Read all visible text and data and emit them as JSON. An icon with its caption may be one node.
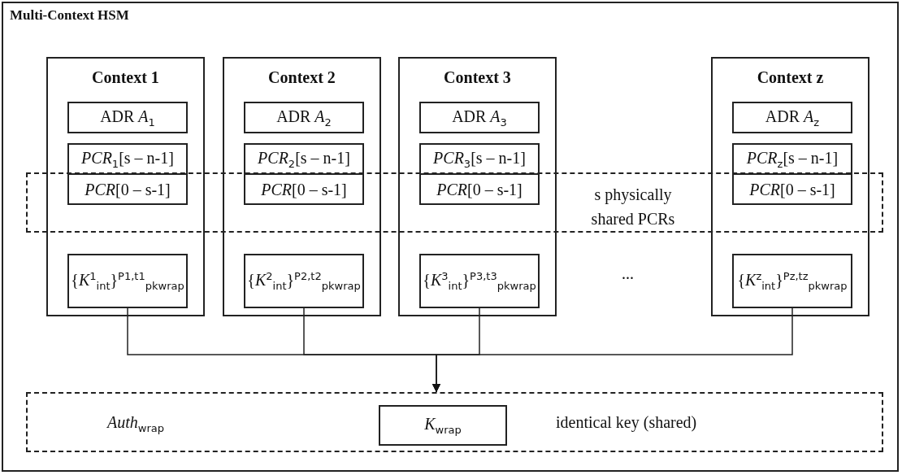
{
  "diagram": {
    "nodes": [
      {
        "text": [
          "Multi-Context HSM"
        ]
      },
      {
        "text": [
          "Context 1"
        ],
        "in": 0
      },
      {
        "text": [
          "ADR *A*$_{1}$"
        ],
        "in": 1
      },
      {
        "text": [
          "*PCR*$_{1}$[s – n-1]"
        ],
        "in": 1
      },
      {
        "text": [
          "*PCR*[0 – s-1]"
        ]
      },
      {
        "text": [
          "{*K*$^{1}$$_{int}$}$^{P1,t1}$$_{pkwrap}$"
        ],
        "in": 1
      },
      {
        "text": [
          "Context 2"
        ],
        "in": 0
      },
      {
        "text": [
          "ADR *A*$_{2}$"
        ],
        "in": 6
      },
      {
        "text": [
          "*PCR*$_{2}$[s – n-1]"
        ],
        "in": 6
      },
      {
        "text": [
          "*PCR*[0 – s-1]"
        ]
      },
      {
        "text": [
          "{*K*$^{2}$$_{int}$}$^{P2,t2}$$_{pkwrap}$"
        ],
        "in": 6
      },
      {
        "text": [
          "Context 3"
        ],
        "in": 0
      },
      {
        "text": [
          "ADR *A*$_{3}$"
        ],
        "in": 11
      },
      {
        "text": [
          "*PCR*$_{3}$[s – n-1]"
        ],
        "in": 11
      },
      {
        "text": [
          "*PCR*[0 – s-1]"
        ]
      },
      {
        "text": [
          "{*K*$^{3}$$_{int}$}$^{P3,t3}$$_{pkwrap}$"
        ],
        "in": 11
      },
      {
        "text": [
          "Context z"
        ],
        "in": 0
      },
      {
        "text": [
          "ADR *A*$_{z}$"
        ],
        "in": 16
      },
      {
        "text": [
          "*PCR*$_{z}$[s – n-1]"
        ],
        "in": 16
      },
      {
        "text": [
          "*PCR*[0 – s-1]"
        ]
      },
      {
        "text": [
          "{*K*$^{z}$$_{int}$}$^{Pz,tz}$$_{pkwrap}$"
        ],
        "in": 16
      },
      {
        "text": [
          "s physically shared PCRs"
        ],
        "in": 0
      },
      {
        "text": [
          "*Auth*$_{wrap}$",
          "identical key (shared)"
        ],
        "in": 0
      },
      {
        "text": [
          "*K*$_{wrap}$"
        ],
        "in": 22
      }
    ],
    "edges": [
      {
        "from": 5,
        "to": 22,
        "arrow": "to"
      },
      {
        "from": 10,
        "to": 22,
        "arrow": "to"
      },
      {
        "from": 15,
        "to": 22,
        "arrow": "to"
      },
      {
        "from": 20,
        "to": 22,
        "arrow": "to"
      }
    ],
    "labels": [
      "..."
    ]
  }
}
